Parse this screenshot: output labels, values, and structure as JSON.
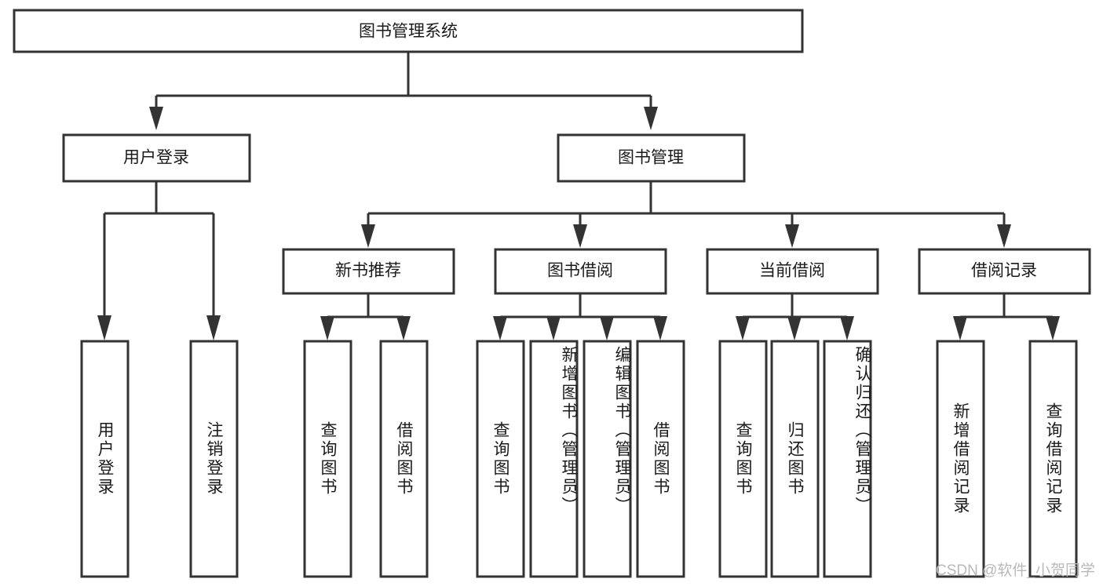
{
  "diagram": {
    "type": "tree-hierarchy-diagram",
    "orientation": "top-down",
    "title_node": "图书管理系统",
    "watermark": "CSDN @软件_小贺同学",
    "colors": {
      "box_stroke": "#333333",
      "box_fill": "#ffffff",
      "connector": "#333333",
      "text": "#1a1a1a",
      "background": "#ffffff",
      "watermark": "#b9b9b9"
    },
    "levels": {
      "root": "图书管理系统",
      "level1": [
        "用户登录",
        "图书管理"
      ],
      "level2": [
        "新书推荐",
        "图书借阅",
        "当前借阅",
        "借阅记录"
      ],
      "level3_groups": [
        {
          "parent": "用户登录",
          "children": [
            "用户登录",
            "注销登录"
          ]
        },
        {
          "parent": "新书推荐",
          "children": [
            "查询图书",
            "借阅图书"
          ]
        },
        {
          "parent": "图书借阅",
          "children": [
            "查询图书",
            "新增图书（管理员）",
            "编辑图书（管理员）",
            "借阅图书"
          ]
        },
        {
          "parent": "当前借阅",
          "children": [
            "查询图书",
            "归还图书",
            "确认归还（管理员）"
          ]
        },
        {
          "parent": "借阅记录",
          "children": [
            "新增借阅记录",
            "查询借阅记录"
          ]
        }
      ]
    },
    "nodes": {
      "root": {
        "label": "图书管理系统"
      },
      "user_login": {
        "label": "用户登录"
      },
      "book_manage": {
        "label": "图书管理"
      },
      "new_book_rec": {
        "label": "新书推荐"
      },
      "book_borrow": {
        "label": "图书借阅"
      },
      "current_borrow": {
        "label": "当前借阅"
      },
      "borrow_record": {
        "label": "借阅记录"
      },
      "leaf_user_login": {
        "label": "用户登录"
      },
      "leaf_logout": {
        "label": "注销登录"
      },
      "leaf_query_book_1": {
        "label": "查询图书"
      },
      "leaf_borrow_book_1": {
        "label": "借阅图书"
      },
      "leaf_query_book_2": {
        "label": "查询图书"
      },
      "leaf_add_book": {
        "label": "新增图书（管理员）"
      },
      "leaf_edit_book": {
        "label": "编辑图书（管理员）"
      },
      "leaf_borrow_book_2": {
        "label": "借阅图书"
      },
      "leaf_query_book_3": {
        "label": "查询图书"
      },
      "leaf_return_book": {
        "label": "归还图书"
      },
      "leaf_confirm_return": {
        "label": "确认归还（管理员）"
      },
      "leaf_add_record": {
        "label": "新增借阅记录"
      },
      "leaf_query_record": {
        "label": "查询借阅记录"
      }
    }
  }
}
